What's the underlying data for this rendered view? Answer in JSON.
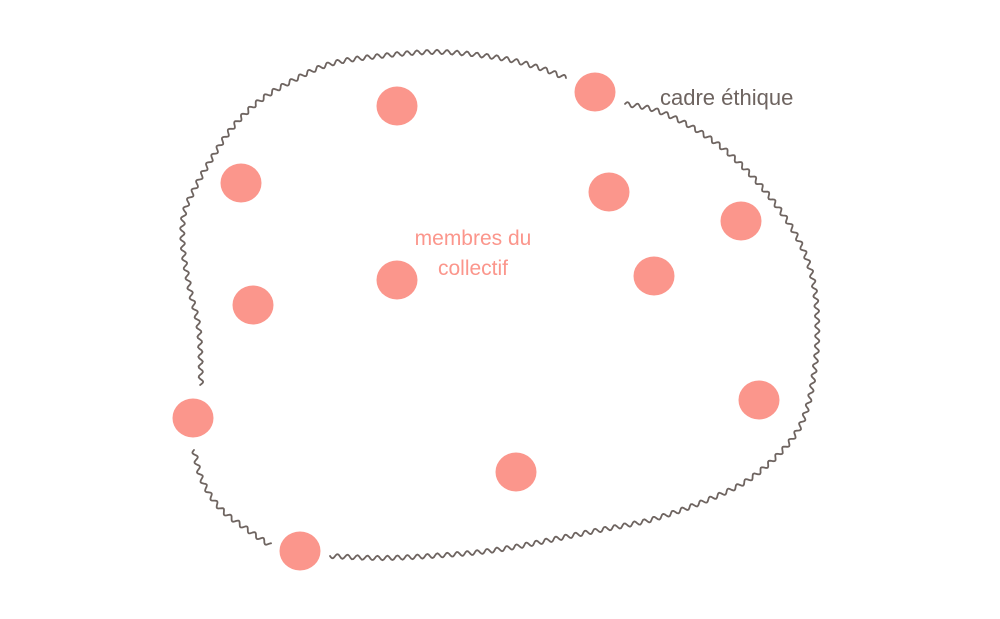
{
  "colors": {
    "member": "#fb968c",
    "frame": "#6e6460",
    "background": "#ffffff"
  },
  "labels": {
    "frame": "cadre éthique",
    "members_line1": "membres du",
    "members_line2": "collectif"
  }
}
